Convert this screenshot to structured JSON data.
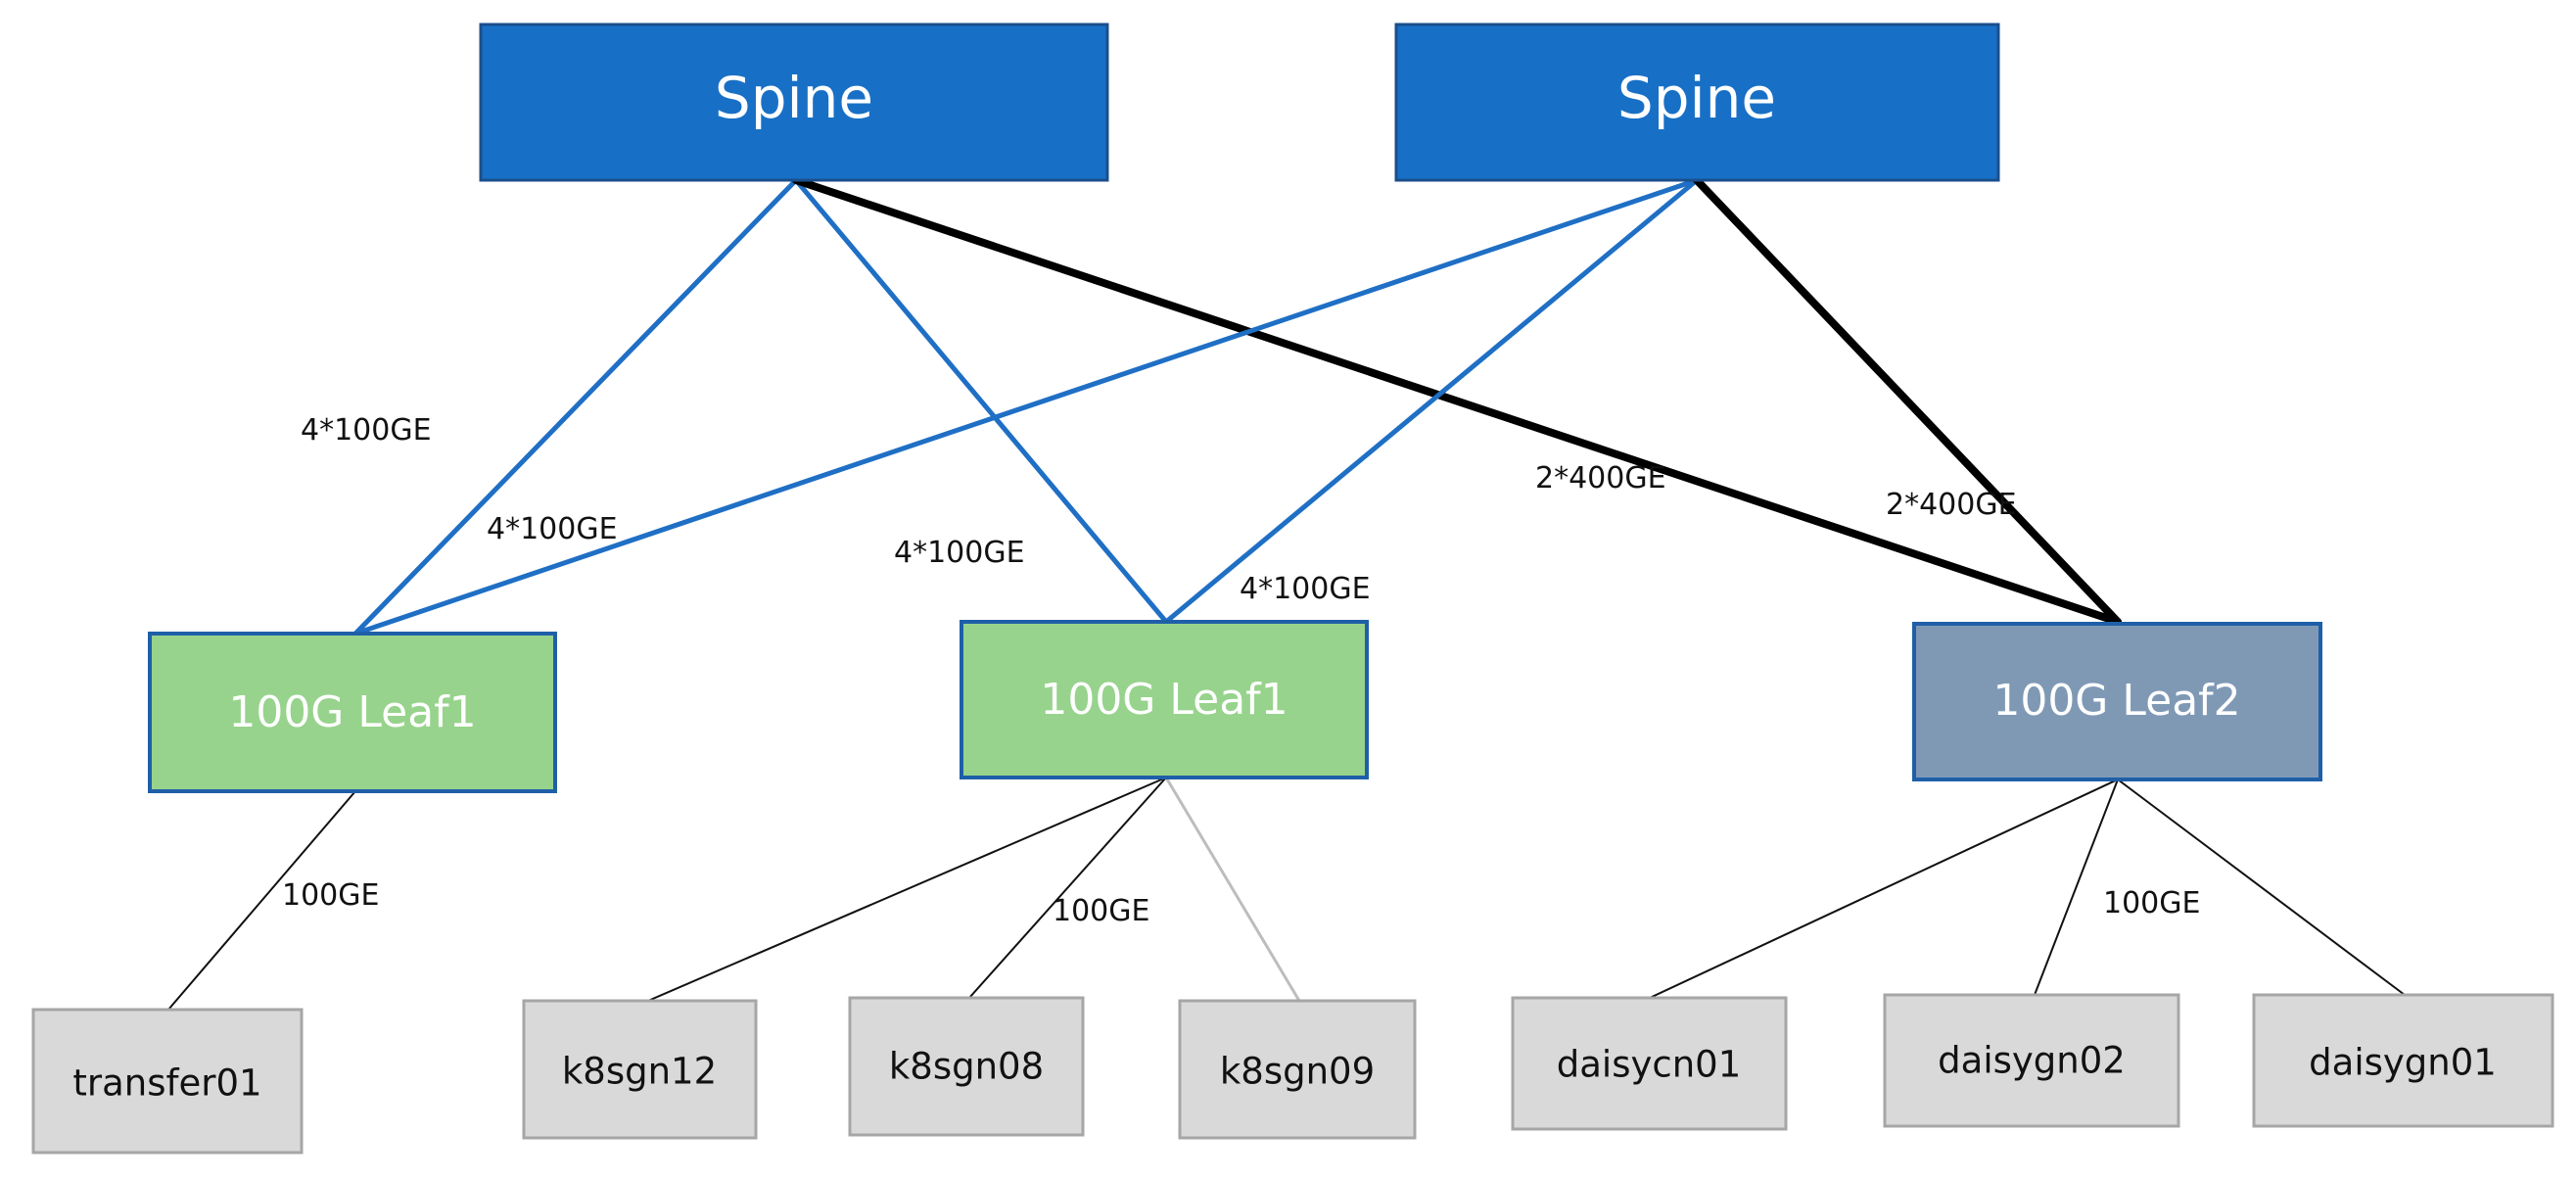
{
  "spines": [
    {
      "id": "spine1",
      "label": "Spine"
    },
    {
      "id": "spine2",
      "label": "Spine"
    }
  ],
  "leaves": [
    {
      "id": "leafA",
      "label": "100G Leaf1",
      "fill": "#97d38c"
    },
    {
      "id": "leafB",
      "label": "100G Leaf1",
      "fill": "#97d38c"
    },
    {
      "id": "leafC",
      "label": "100G Leaf2",
      "fill": "#7f99b5"
    }
  ],
  "hosts": [
    {
      "id": "transfer01",
      "label": "transfer01"
    },
    {
      "id": "k8sgn12",
      "label": "k8sgn12"
    },
    {
      "id": "k8sgn08",
      "label": "k8sgn08"
    },
    {
      "id": "k8sgn09",
      "label": "k8sgn09"
    },
    {
      "id": "daisycn01",
      "label": "daisycn01"
    },
    {
      "id": "daisygn02",
      "label": "daisygn02"
    },
    {
      "id": "daisygn01",
      "label": "daisygn01"
    }
  ],
  "links": [
    {
      "from": "spine1",
      "to": "leafA",
      "kind": "blue"
    },
    {
      "from": "spine1",
      "to": "leafB",
      "kind": "blue"
    },
    {
      "from": "spine1",
      "to": "leafC",
      "kind": "black"
    },
    {
      "from": "spine2",
      "to": "leafA",
      "kind": "blue"
    },
    {
      "from": "spine2",
      "to": "leafB",
      "kind": "blue"
    },
    {
      "from": "spine2",
      "to": "leafC",
      "kind": "black"
    },
    {
      "from": "leafA",
      "to": "transfer01",
      "kind": "thin"
    },
    {
      "from": "leafB",
      "to": "k8sgn12",
      "kind": "thin"
    },
    {
      "from": "leafB",
      "to": "k8sgn08",
      "kind": "thin"
    },
    {
      "from": "leafB",
      "to": "k8sgn09",
      "kind": "gray"
    },
    {
      "from": "leafC",
      "to": "daisycn01",
      "kind": "thin"
    },
    {
      "from": "leafC",
      "to": "daisygn02",
      "kind": "thin"
    },
    {
      "from": "leafC",
      "to": "daisygn01",
      "kind": "thin"
    }
  ],
  "link_labels": {
    "spine1_leafA": "4*100GE",
    "spine2_leafA": "4*100GE",
    "spine1_leafB": "4*100GE",
    "spine2_leafB": "4*100GE",
    "spine1_leafC": "2*400GE",
    "spine2_leafC": "2*400GE",
    "leafA_hosts": "100GE",
    "leafB_hosts": "100GE",
    "leafC_hosts": "100GE"
  },
  "colors": {
    "spine_fill": "#1870c6",
    "spine_stroke": "#1a4f8c",
    "leaf_stroke": "#1f5fa8",
    "host_fill": "#d9d9d9",
    "host_stroke": "#a6a6a6",
    "blue_link": "#1f6fc5",
    "black_link": "#000000",
    "thin_link": "#111111",
    "gray_link": "#bdbdbd"
  }
}
